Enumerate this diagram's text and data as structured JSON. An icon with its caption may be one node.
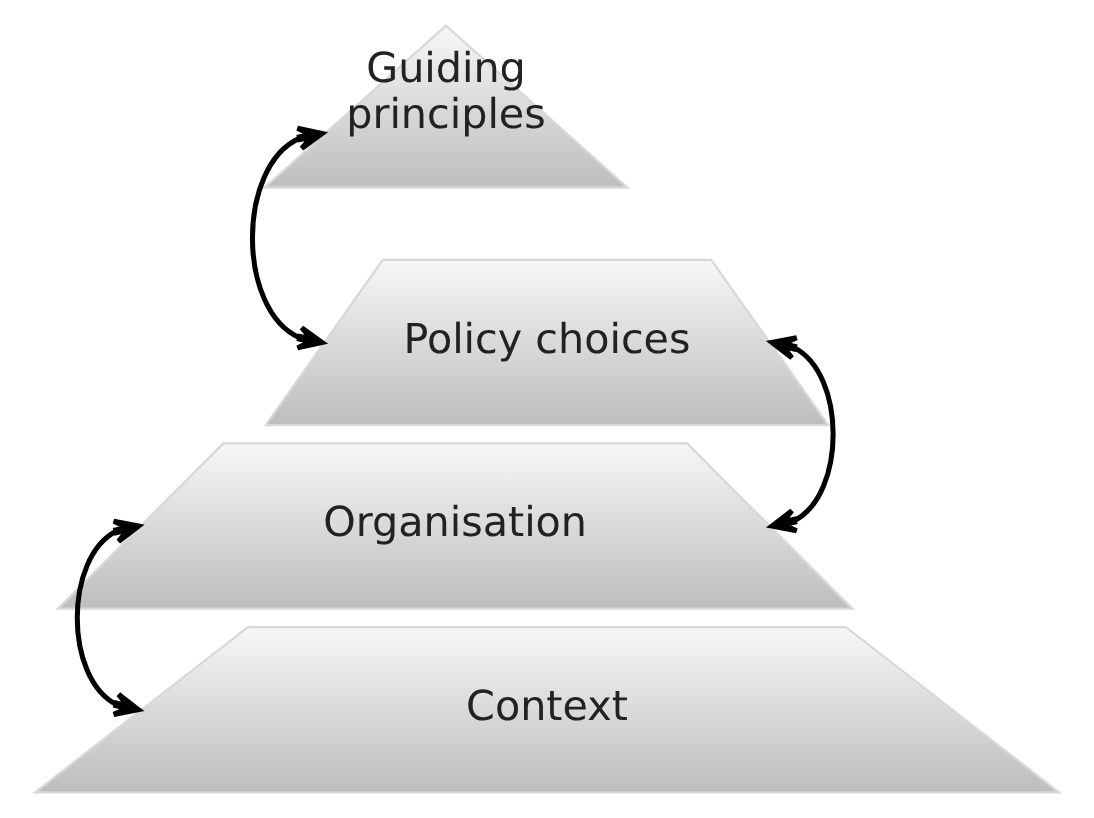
{
  "diagram": {
    "nodes": [
      {
        "text": [
          "Guiding principles"
        ]
      },
      {
        "text": [
          "Policy choices"
        ]
      },
      {
        "text": [
          "Organisation"
        ]
      },
      {
        "text": [
          "Context"
        ]
      }
    ],
    "edges": [
      {
        "from": 0,
        "to": 1,
        "arrow": "both"
      },
      {
        "from": 1,
        "to": 2,
        "arrow": "both"
      },
      {
        "from": 2,
        "to": 3,
        "arrow": "both"
      }
    ]
  }
}
